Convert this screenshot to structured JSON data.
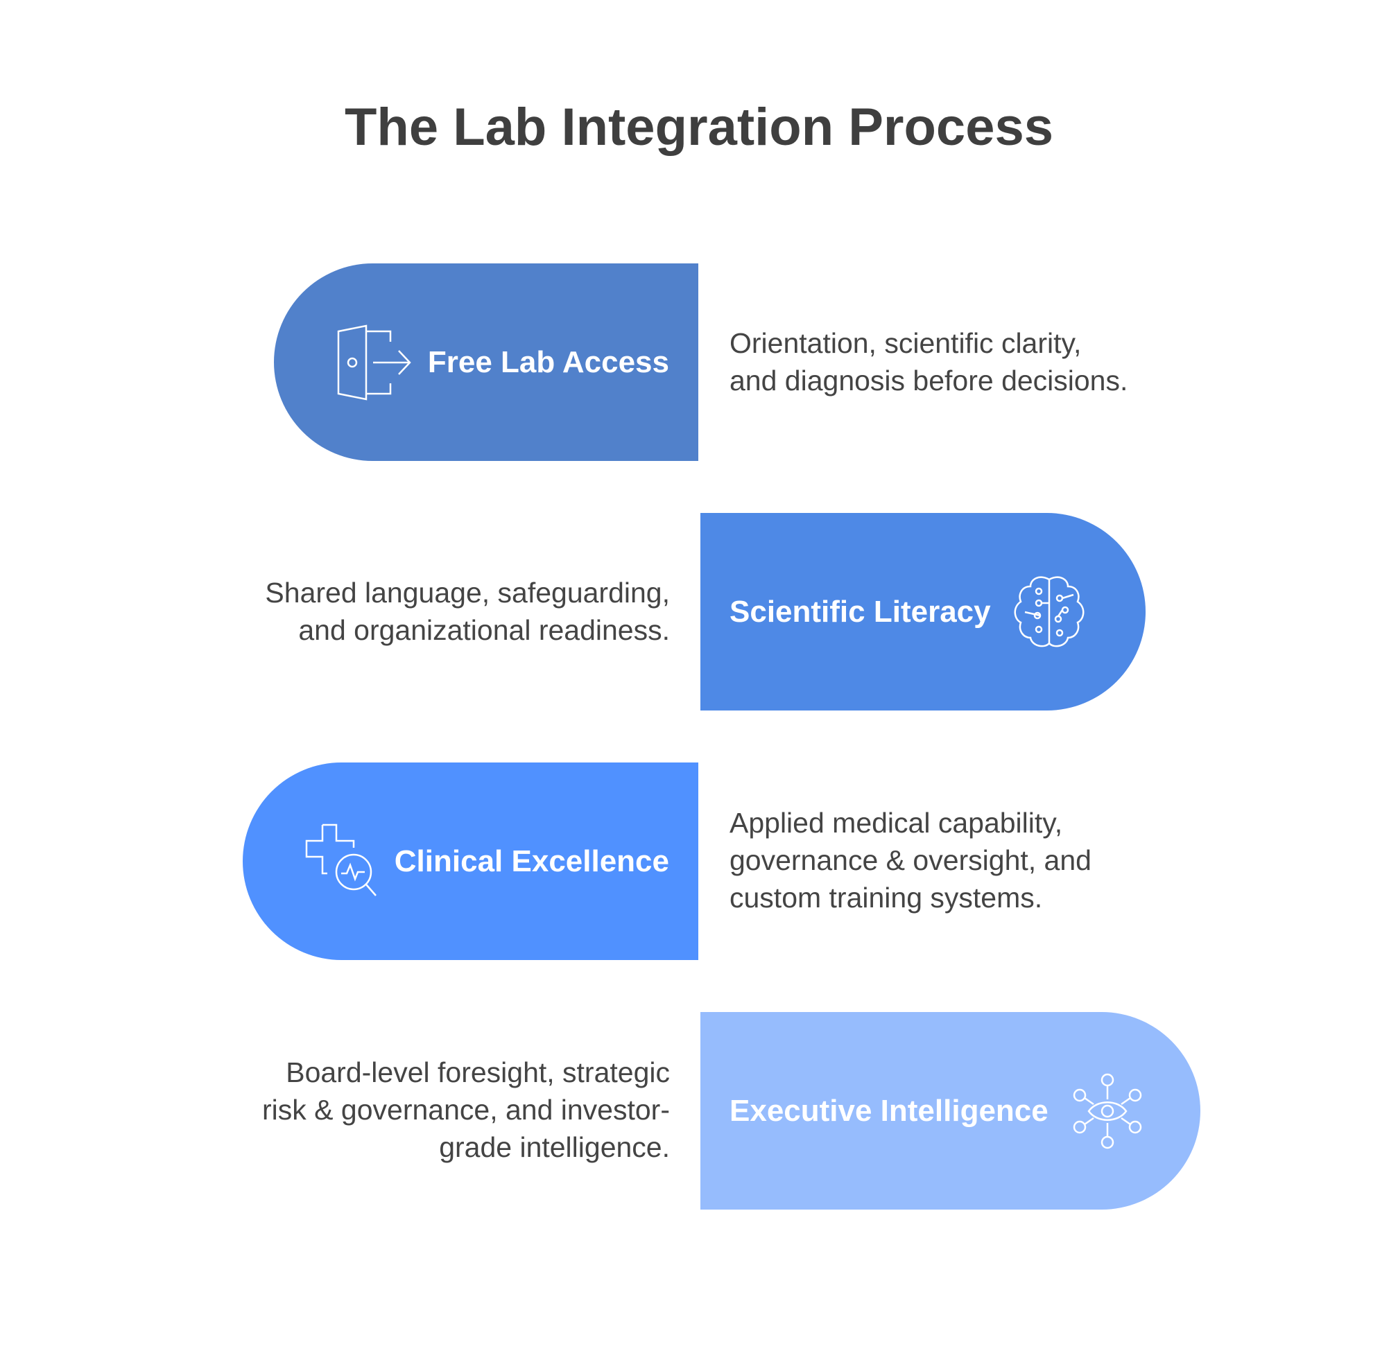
{
  "title": "The Lab Integration Process",
  "steps": [
    {
      "label": "Free Lab Access",
      "icon": "door-exit-icon",
      "color": "#5181CB",
      "description": [
        "Orientation, scientific clarity,",
        "and diagnosis before decisions."
      ]
    },
    {
      "label": "Scientific Literacy",
      "icon": "brain-circuit-icon",
      "color": "#4E89E6",
      "description": [
        "Shared language, safeguarding,",
        "and organizational readiness."
      ]
    },
    {
      "label": "Clinical Excellence",
      "icon": "medical-cross-search-icon",
      "color": "#5091FF",
      "description": [
        "Applied medical capability,",
        "governance & oversight, and",
        "custom training systems."
      ]
    },
    {
      "label": "Executive Intelligence",
      "icon": "eye-network-icon",
      "color": "#96BCFD",
      "description": [
        "Board-level foresight, strategic",
        "risk & governance, and investor-",
        "grade intelligence."
      ]
    }
  ]
}
